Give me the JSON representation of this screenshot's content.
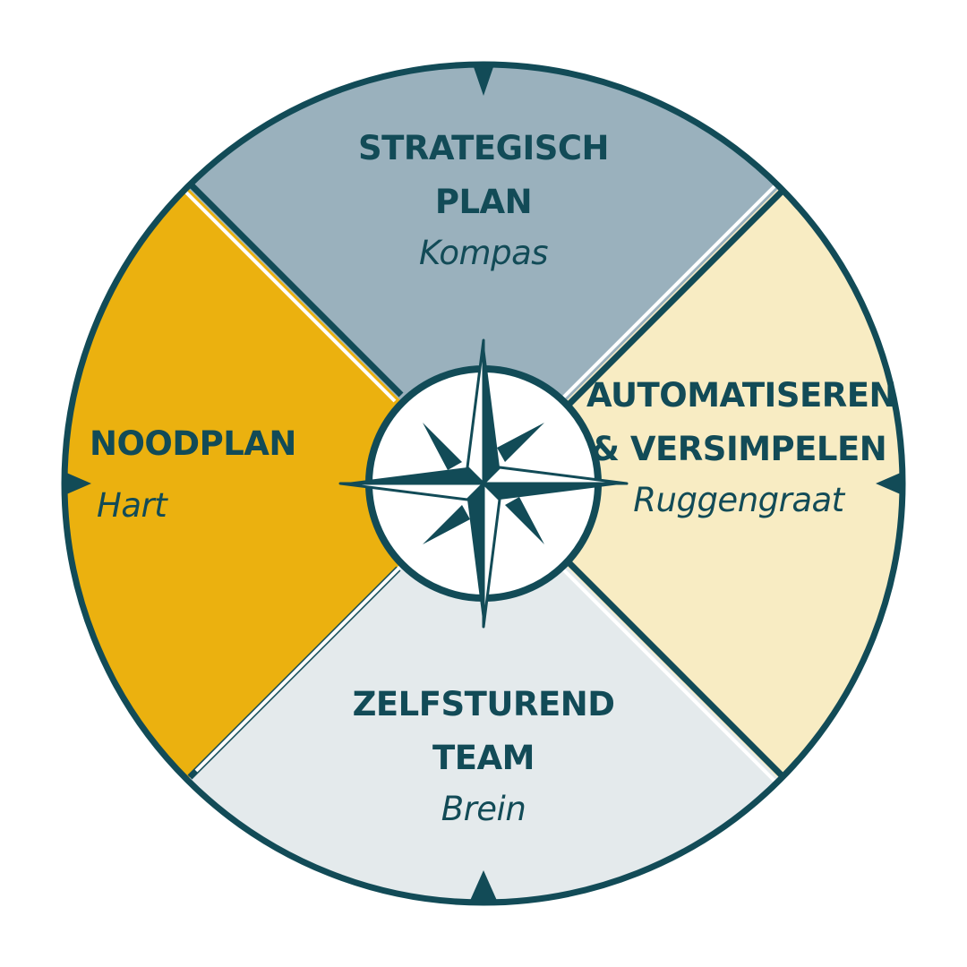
{
  "segments": {
    "top": {
      "title": [
        "STRATEGISCH",
        "PLAN"
      ],
      "subtitle": "Kompas"
    },
    "right": {
      "title": [
        "AUTOMATISEREN",
        "& VERSIMPELEN"
      ],
      "subtitle": "Ruggengraat"
    },
    "bottom": {
      "title": [
        "ZELFSTUREND",
        "TEAM"
      ],
      "subtitle": "Brein"
    },
    "left": {
      "title": [
        "NOODPLAN"
      ],
      "subtitle": "Hart"
    }
  },
  "colors": {
    "outline": "#124b57",
    "top": "#9ab1bd",
    "right": "#f8ecc3",
    "bottom": "#e4eaec",
    "left": "#ebb10f",
    "center": "#ffffff"
  },
  "icons": [
    "compass-rose-icon",
    "pointer-triangle-icon"
  ]
}
